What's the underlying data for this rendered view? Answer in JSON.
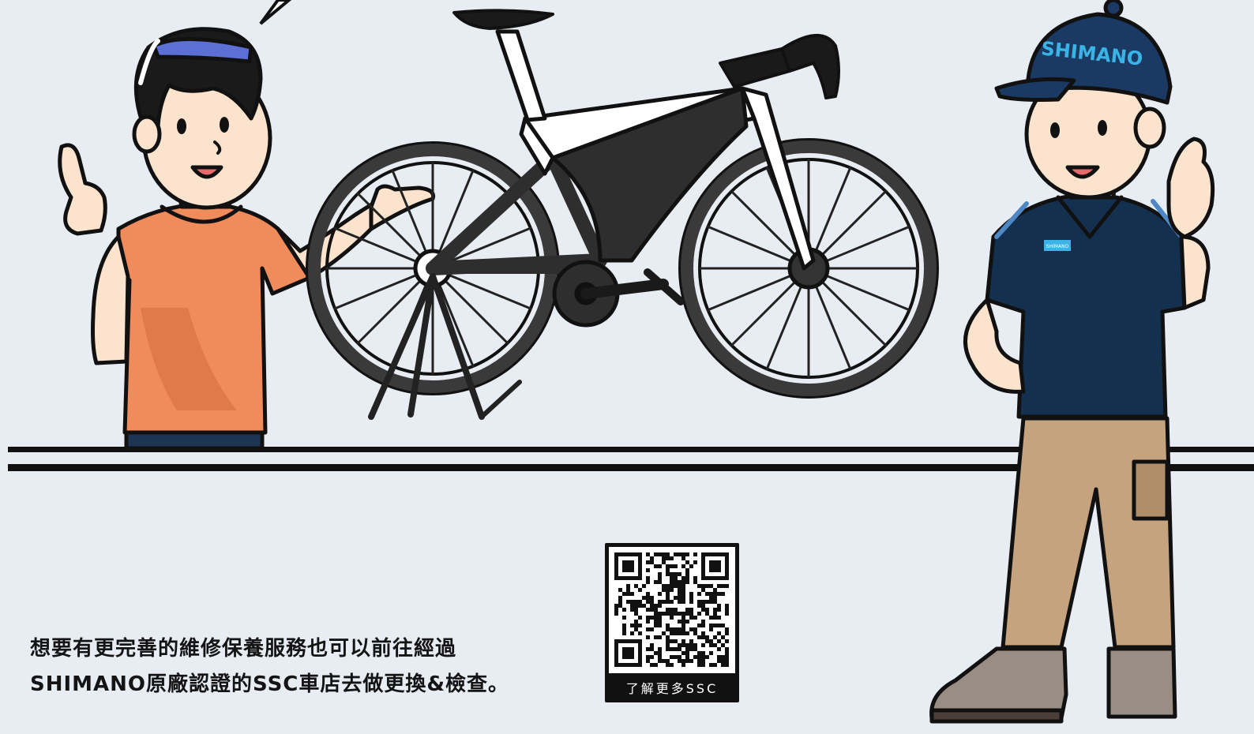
{
  "caption": {
    "line1": "想要有更完善的維修保養服務也可以前往經過",
    "line2": "SHIMANO原廠認證的SSC車店去做更換&檢查。"
  },
  "qr": {
    "label": "了解更多SSC"
  },
  "mechanic": {
    "cap_text": "SHIMANO",
    "badge_text": "SHIMANO"
  },
  "colors": {
    "background": "#e8ecf3",
    "orange_shirt": "#f08b5b",
    "navy_uniform": "#13304f",
    "khaki_pants": "#c4a37e",
    "shimano_blue": "#3ab3e6"
  }
}
